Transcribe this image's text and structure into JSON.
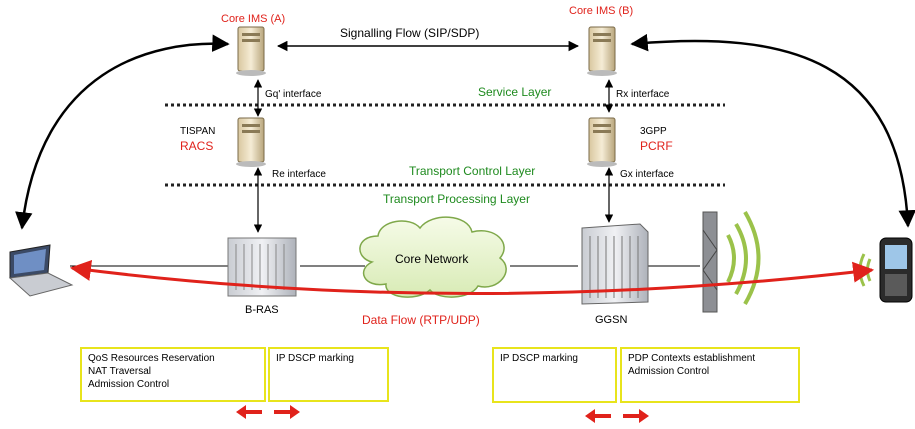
{
  "nodes": {
    "core_ims_a": "Core IMS (A)",
    "core_ims_b": "Core IMS (B)",
    "tispan": "TISPAN",
    "racs": "RACS",
    "threegpp": "3GPP",
    "pcrf": "PCRF",
    "brass": "B-RAS",
    "ggsn": "GGSN",
    "core_network": "Core Network"
  },
  "interfaces": {
    "gq": "Gq' interface",
    "rx": "Rx interface",
    "re": "Re interface",
    "gx": "Gx interface"
  },
  "layers": {
    "service": "Service Layer",
    "transport_control": "Transport Control Layer",
    "transport_processing": "Transport Processing Layer"
  },
  "flows": {
    "signalling": "Signalling Flow (SIP/SDP)",
    "data": "Data Flow (RTP/UDP)"
  },
  "boxes": {
    "left_a": [
      "QoS Resources Reservation",
      "NAT Traversal",
      "Admission Control"
    ],
    "left_b": [
      "IP DSCP marking"
    ],
    "right_a": [
      "IP DSCP marking"
    ],
    "right_b": [
      "PDP Contexts establishment",
      "Admission Control"
    ]
  },
  "colors": {
    "red_label": "#e0221b",
    "green_label": "#1e8a1e",
    "box_border": "#e8e41c",
    "data_flow": "#e0221b"
  }
}
